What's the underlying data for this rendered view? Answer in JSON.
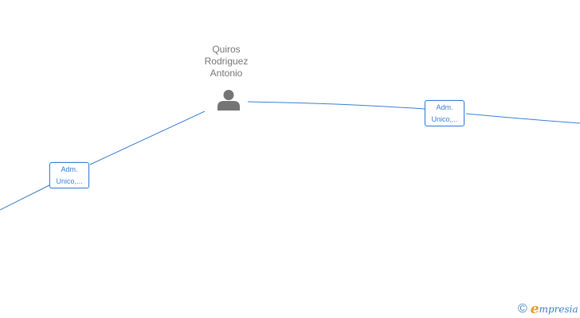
{
  "person": {
    "name_lines": [
      "Quiros",
      "Rodriguez",
      "Antonio"
    ]
  },
  "relations": [
    {
      "role_lines": [
        "Adm.",
        "Unico,..."
      ]
    },
    {
      "role_lines": [
        "Adm.",
        "Unico,..."
      ]
    }
  ],
  "watermark": {
    "symbol": "©",
    "brand_initial": "e",
    "brand_rest": "mpresia"
  },
  "colors": {
    "edge": "#3a7dd6",
    "node_label": "#757575",
    "person_icon": "#757575",
    "brand_blue": "#3b7fc4",
    "brand_orange": "#e89a2e"
  },
  "icons": {
    "person": "person-icon",
    "copyright": "copyright-icon"
  }
}
